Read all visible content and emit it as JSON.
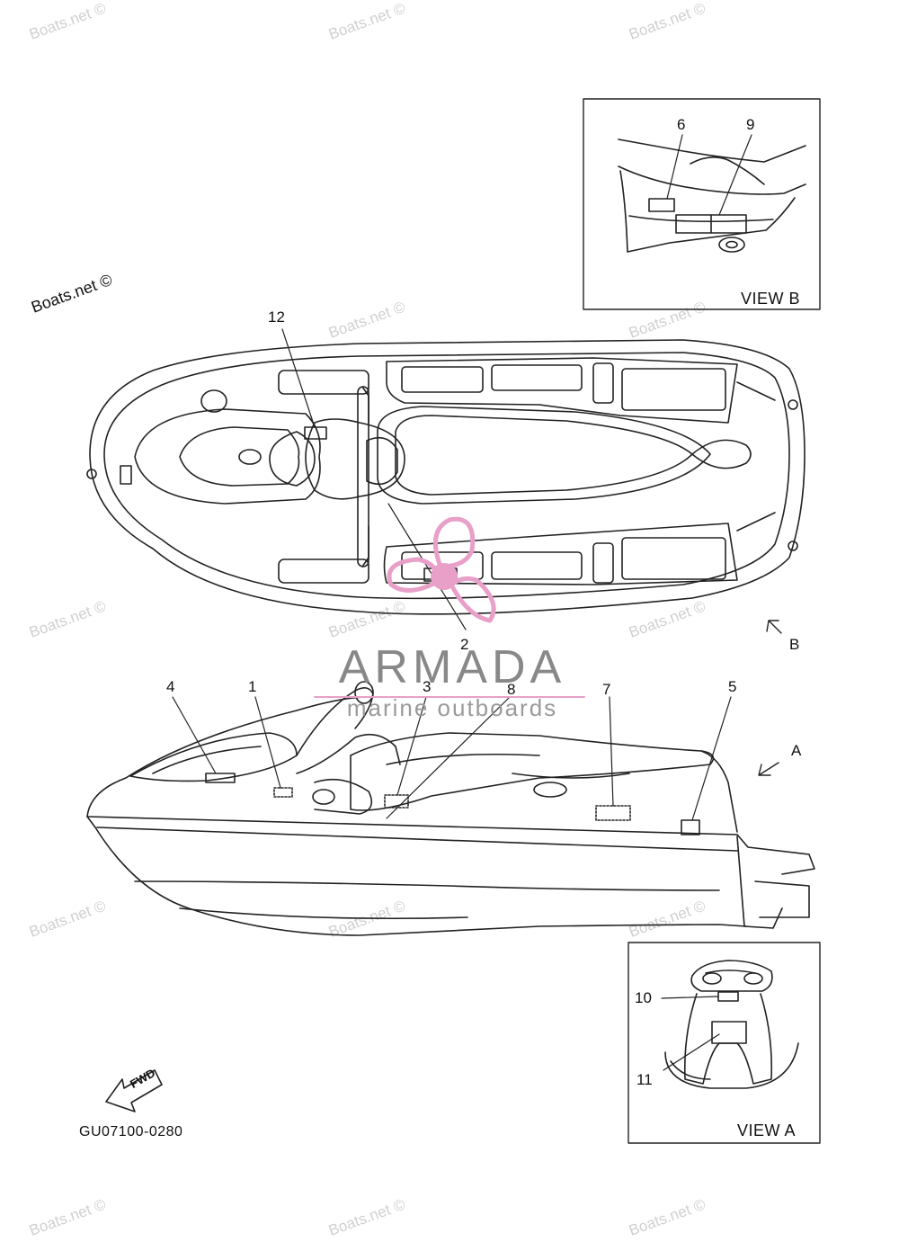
{
  "watermark": "Boats.net ©",
  "credit": "Boats.net ©",
  "part_number": "GU07100-0280",
  "brand": {
    "name": "ARMADA",
    "tagline": "marine outboards",
    "accent_color": "#e8a0c8"
  },
  "views": {
    "view_b": "VIEW B",
    "view_a": "VIEW A",
    "arrow_a": "A",
    "arrow_b": "B"
  },
  "fwd_label": "FWD",
  "callouts": {
    "c1": "1",
    "c2": "2",
    "c3": "3",
    "c4": "4",
    "c5": "5",
    "c6": "6",
    "c7": "7",
    "c8": "8",
    "c9": "9",
    "c10": "10",
    "c11": "11",
    "c12": "12"
  },
  "colors": {
    "line": "#222222",
    "watermark": "#d0d0d0",
    "brand_text": "#888888"
  }
}
